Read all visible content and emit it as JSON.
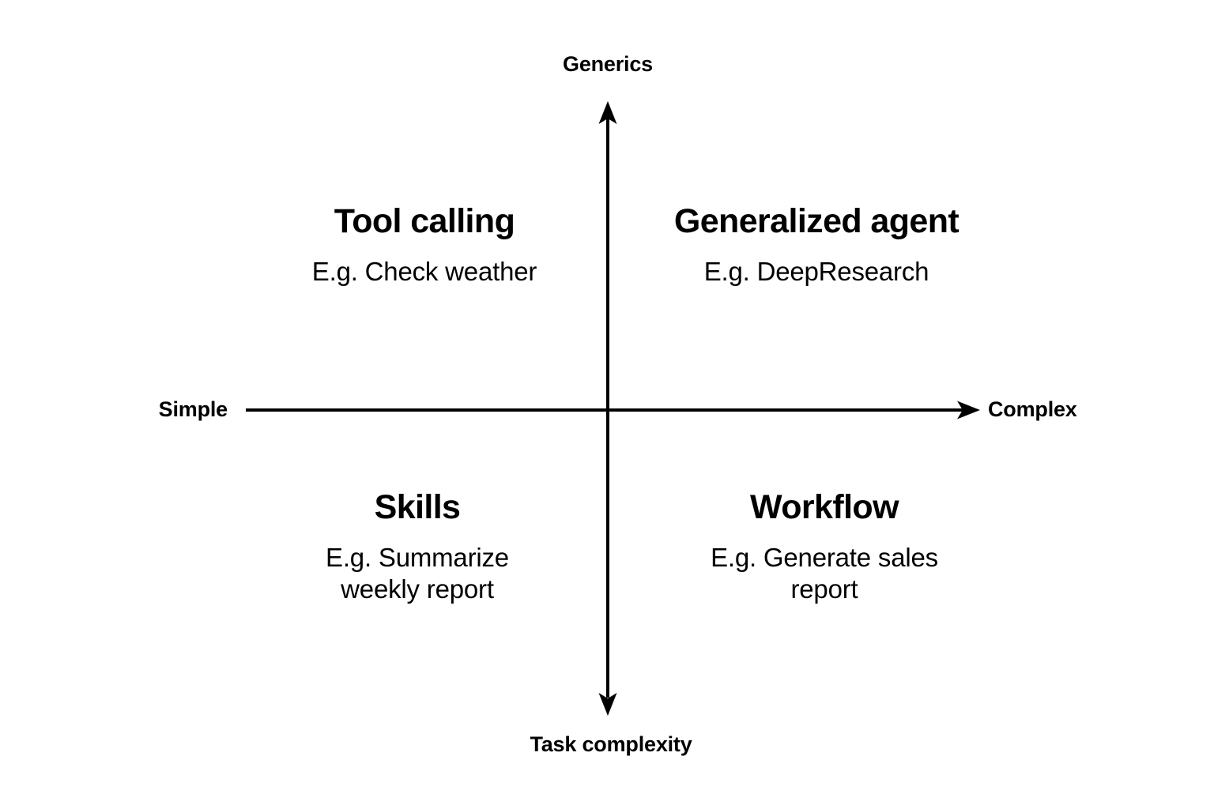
{
  "diagram": {
    "type": "2x2-quadrant-matrix",
    "background_color": "#ffffff",
    "stroke_color": "#000000",
    "axes": {
      "vertical": {
        "top_label": "Generics",
        "bottom_label": "Task complexity",
        "has_top_arrow": true,
        "has_bottom_arrow": true
      },
      "horizontal": {
        "left_label": "Simple",
        "right_label": "Complex",
        "has_left_arrow": false,
        "has_right_arrow": true
      }
    },
    "quadrants": [
      {
        "position": "top-left",
        "title": "Tool calling",
        "example": "E.g. Check weather"
      },
      {
        "position": "top-right",
        "title": "Generalized agent",
        "example": "E.g. DeepResearch"
      },
      {
        "position": "bottom-left",
        "title": "Skills",
        "example": "E.g. Summarize weekly report"
      },
      {
        "position": "bottom-right",
        "title": "Workflow",
        "example": "E.g. Generate sales report"
      }
    ]
  }
}
